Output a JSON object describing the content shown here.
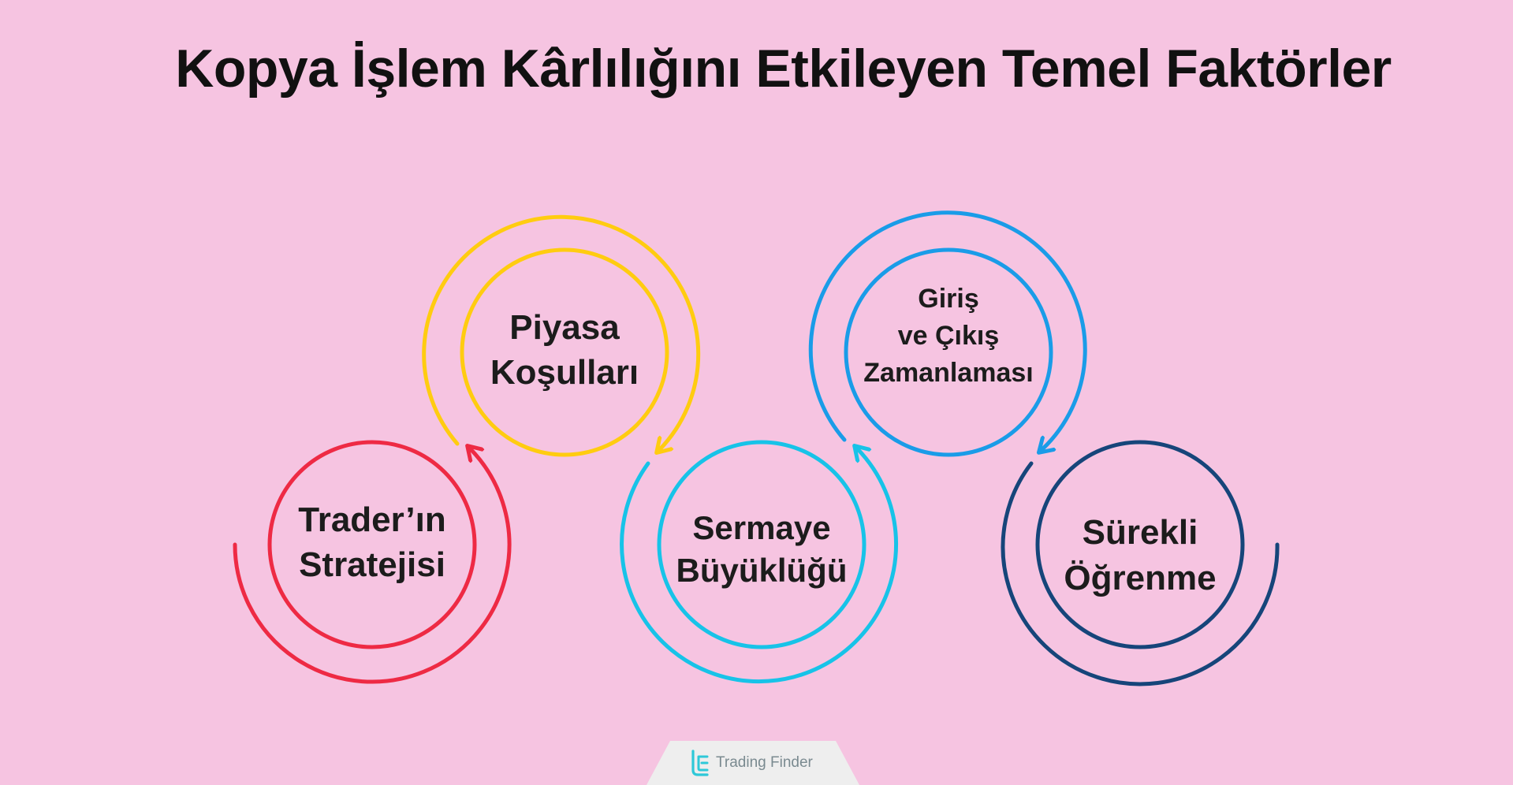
{
  "title": "Kopya İşlem Kârlılığını Etkileyen Temel Faktörler",
  "factors": [
    {
      "lines": [
        "Trader’ın",
        "Stratejisi"
      ],
      "color": "#ee2a44"
    },
    {
      "lines": [
        "Piyasa",
        "Koşulları"
      ],
      "color": "#ffcc10"
    },
    {
      "lines": [
        "Sermaye",
        "Büyüklüğü"
      ],
      "color": "#17c3e8"
    },
    {
      "lines": [
        "Giriş",
        "ve Çıkış",
        "Zamanlaması"
      ],
      "color": "#1a9ce8"
    },
    {
      "lines": [
        "Sürekli",
        "Öğrenme"
      ],
      "color": "#16457a"
    }
  ],
  "brand": {
    "name": "Trading Finder",
    "logo_icon": "trading-finder-logo-icon",
    "color": "#2ec8d8"
  }
}
